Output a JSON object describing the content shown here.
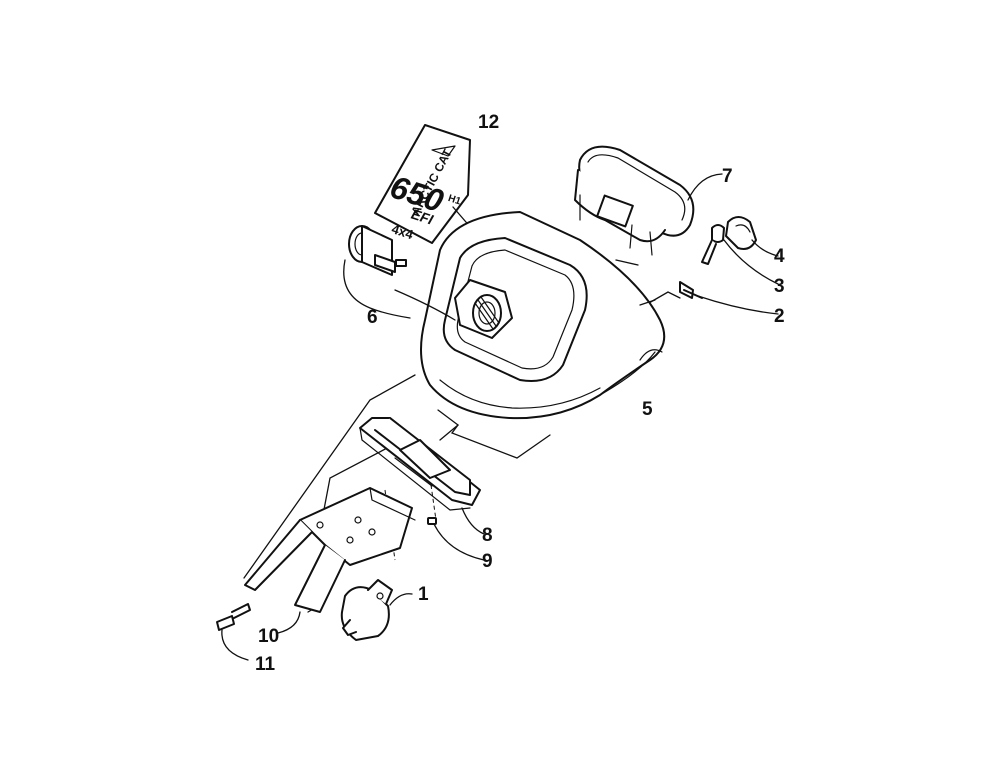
{
  "callouts": [
    {
      "id": "1",
      "label": "1"
    },
    {
      "id": "2",
      "label": "2"
    },
    {
      "id": "3",
      "label": "3"
    },
    {
      "id": "4",
      "label": "4"
    },
    {
      "id": "5",
      "label": "5"
    },
    {
      "id": "6",
      "label": "6"
    },
    {
      "id": "7",
      "label": "7"
    },
    {
      "id": "8",
      "label": "8"
    },
    {
      "id": "9",
      "label": "9"
    },
    {
      "id": "10",
      "label": "10"
    },
    {
      "id": "11",
      "label": "11"
    },
    {
      "id": "12",
      "label": "12"
    }
  ],
  "decal": {
    "brand": "ARCTIC CAT",
    "model": "650",
    "suffix": "H1",
    "efi": "EFI",
    "drive": "4x4"
  }
}
